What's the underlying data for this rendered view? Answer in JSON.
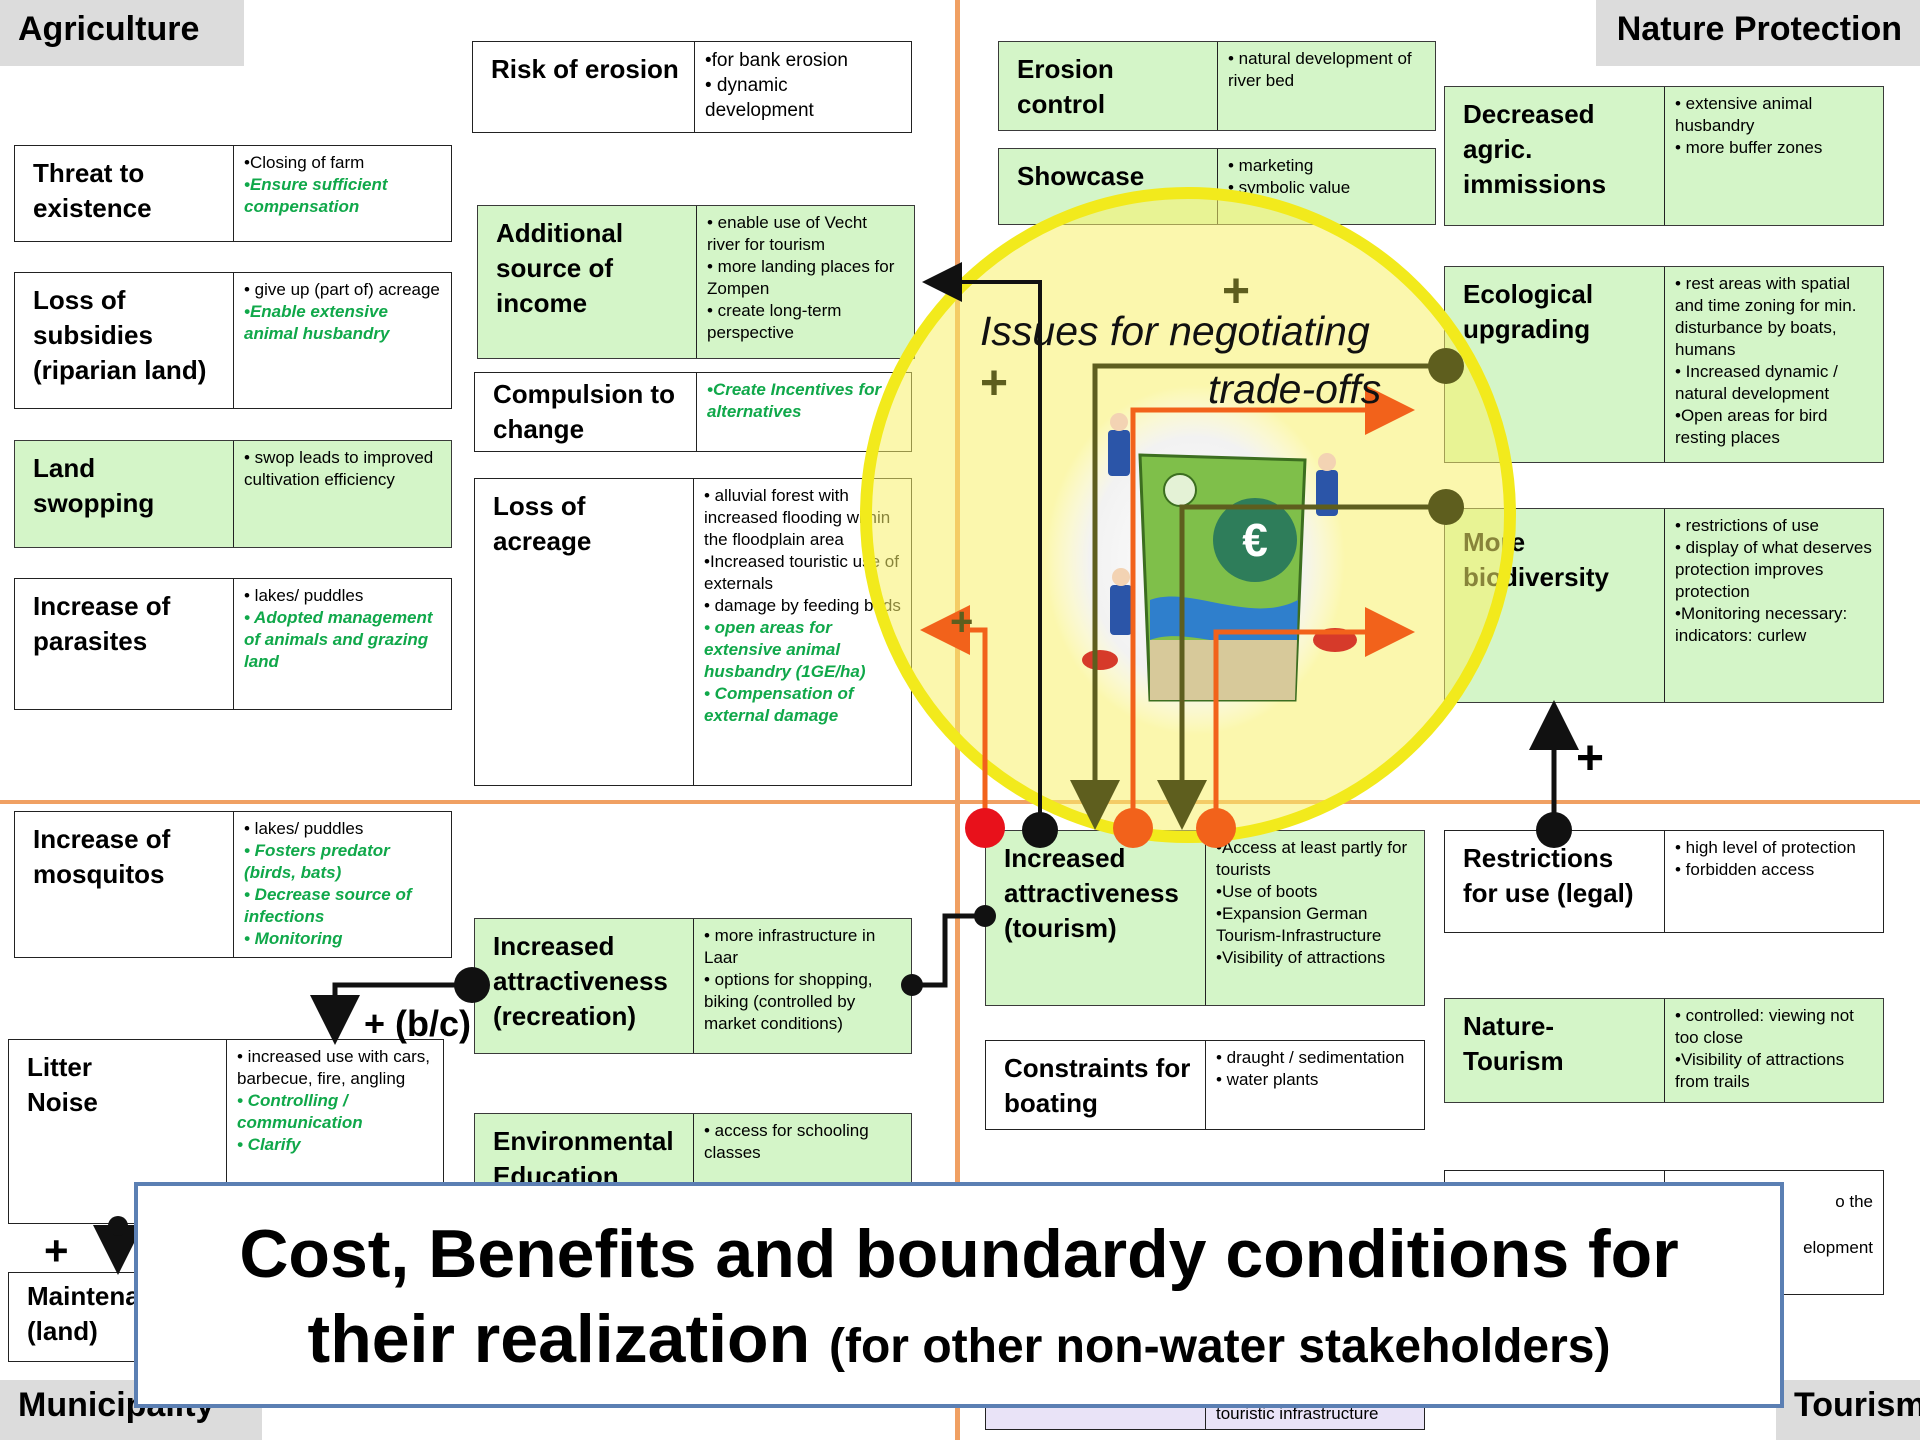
{
  "quadrants": {
    "agriculture": "Agriculture",
    "nature_protection": "Nature Protection",
    "municipality": "Municipality",
    "tourism": "Tourism"
  },
  "agriculture_cards": [
    {
      "title": [
        "Threat to",
        "existence"
      ],
      "items": [
        {
          "text": "•Closing of farm",
          "green": false
        },
        {
          "text": "•Ensure  sufficient compensation",
          "green": true
        }
      ]
    },
    {
      "title": [
        "Loss of",
        "subsidies",
        "(riparian land)"
      ],
      "items": [
        {
          "text": "• give up (part of) acreage",
          "green": false
        },
        {
          "text": "•Enable extensive animal husbandry",
          "green": true
        }
      ]
    },
    {
      "title": [
        "Land",
        "swopping"
      ],
      "items": [
        {
          "text": "•  swop leads to improved  cultivation efficiency",
          "green": false
        }
      ]
    },
    {
      "title": [
        "Increase of",
        "parasites"
      ],
      "items": [
        {
          "text": "• lakes/ puddles",
          "green": false
        },
        {
          "text": "•  Adopted management of animals and  grazing land",
          "green": true
        }
      ]
    }
  ],
  "middle_top_cards": [
    {
      "title": [
        "Risk of erosion"
      ],
      "items": [
        {
          "text": "•for bank erosion",
          "green": false
        },
        {
          "text": "• dynamic development",
          "green": false
        }
      ]
    },
    {
      "title": [
        "Additional",
        "source of",
        "income"
      ],
      "items": [
        {
          "text": "• enable use of Vecht river for tourism",
          "green": false
        },
        {
          "text": "• more landing places for Zompen",
          "green": false
        },
        {
          "text": "• create long-term perspective",
          "green": false
        }
      ]
    },
    {
      "title": [
        "Compulsion to",
        "change"
      ],
      "items": [
        {
          "text": "•Create Incentives for alternatives",
          "green": true
        }
      ]
    },
    {
      "title": [
        "Loss of",
        "acreage"
      ],
      "items": [
        {
          "text": "• alluvial forest with increased flooding within the floodplain area",
          "green": false
        },
        {
          "text": "•Increased touristic use of externals",
          "green": false
        },
        {
          "text": "• damage by feeding birds",
          "green": false
        },
        {
          "text": "•   open areas for extensive animal husbandry (1GE/ha)",
          "green": true
        },
        {
          "text": "•  Compensation of external damage",
          "green": true
        }
      ]
    }
  ],
  "nature_cards": [
    {
      "title": [
        "Erosion",
        "control"
      ],
      "items": [
        {
          "text": "• natural development of river bed",
          "green": false
        }
      ]
    },
    {
      "title": [
        "Showcase"
      ],
      "items": [
        {
          "text": "• marketing",
          "green": false
        },
        {
          "text": "• symbolic value",
          "green": false
        }
      ]
    },
    {
      "title": [
        "Decreased",
        "agric.",
        "immissions"
      ],
      "items": [
        {
          "text": "• extensive animal husbandry",
          "green": false
        },
        {
          "text": "• more buffer zones",
          "green": false
        }
      ]
    },
    {
      "title": [
        "Ecological",
        "upgrading"
      ],
      "items": [
        {
          "text": "•  rest areas with spatial and time zoning for min. disturbance by boats, humans",
          "green": false
        },
        {
          "text": "• Increased dynamic / natural development",
          "green": false
        },
        {
          "text": "•Open areas for bird resting places",
          "green": false
        }
      ]
    },
    {
      "title": [
        "More",
        "biodiversity"
      ],
      "items": [
        {
          "text": "• restrictions of use",
          "green": false
        },
        {
          "text": "• display of  what deserves protection improves protection",
          "green": false
        },
        {
          "text": "•Monitoring necessary: indicators: curlew",
          "green": false
        }
      ]
    }
  ],
  "municipality_cards": [
    {
      "title": [
        "Increase of",
        "mosquitos"
      ],
      "items": [
        {
          "text": "• lakes/ puddles",
          "green": false
        },
        {
          "text": "•   Fosters predator (birds, bats)",
          "green": true
        },
        {
          "text": "•   Decrease source of infections",
          "green": true
        },
        {
          "text": "•     Monitoring",
          "green": true
        }
      ]
    },
    {
      "title": [
        "Litter",
        "Noise"
      ],
      "items": [
        {
          "text": "• increased use with cars, barbecue, fire, angling",
          "green": false
        },
        {
          "text": "•  Controlling / communication",
          "green": true
        },
        {
          "text": "•   Clarify",
          "green": true
        }
      ]
    },
    {
      "title": [
        "Maintenance",
        "(land)"
      ],
      "items": []
    },
    {
      "title": [
        "Increased",
        "attractiveness",
        "(recreation)"
      ],
      "items": [
        {
          "text": "• more infrastructure in Laar",
          "green": false
        },
        {
          "text": "• options for shopping, biking (controlled by market conditions)",
          "green": false
        }
      ]
    },
    {
      "title": [
        "Environmental",
        "Education"
      ],
      "items": [
        {
          "text": "• access for schooling classes",
          "green": false
        }
      ]
    }
  ],
  "tourism_cards": [
    {
      "title": [
        "Increased",
        "attractiveness",
        "(tourism)"
      ],
      "items": [
        {
          "text": "•Access at least partly for tourists",
          "green": false
        },
        {
          "text": "•Use of boots",
          "green": false
        },
        {
          "text": "•Expansion German Tourism-Infrastructure",
          "green": false
        },
        {
          "text": "•Visibility of attractions",
          "green": false
        }
      ]
    },
    {
      "title": [
        "Constraints for",
        "boating"
      ],
      "items": [
        {
          "text": "• draught / sedimentation",
          "green": false
        },
        {
          "text": "• water plants",
          "green": false
        }
      ]
    },
    {
      "title": [
        "Restrictions",
        "for use (legal)"
      ],
      "items": [
        {
          "text": "• high level of protection",
          "green": false
        },
        {
          "text": "• forbidden access",
          "green": false
        }
      ]
    },
    {
      "title": [
        "Nature-",
        "Tourism"
      ],
      "items": [
        {
          "text": "• controlled: viewing not too close",
          "green": false
        },
        {
          "text": "•Visibility of attractions from trails",
          "green": false
        }
      ]
    },
    {
      "title": [
        ""
      ],
      "items": [
        {
          "text": "o the",
          "green": false
        },
        {
          "text": "elopment",
          "green": false
        }
      ]
    },
    {
      "title": [
        ""
      ],
      "items": [
        {
          "text": "touristic infrastructure",
          "green": false
        }
      ]
    }
  ],
  "callout": {
    "line1": "Issues for negotiating",
    "line2": "trade-offs"
  },
  "markers": {
    "plus": "+",
    "plus_bc": "+ (b/c)"
  },
  "banner": {
    "line1": "Cost, Benefits and boundardy conditions for",
    "line2_main": "their realization",
    "line2_small": "(for other non-water stakeholders)"
  },
  "colors": {
    "card_green": "#d4f5c8",
    "highlight_yellow": "#f7f06a",
    "circle_border": "#f2ea1c",
    "arrow_orange": "#f2621b",
    "arrow_olive": "#5e5e1e",
    "divider": "#f0a063",
    "banner_border": "#5b7fb3",
    "green_text": "#10a84a"
  },
  "icons": {
    "center_image": "negotiation-table-euro-illustration"
  }
}
